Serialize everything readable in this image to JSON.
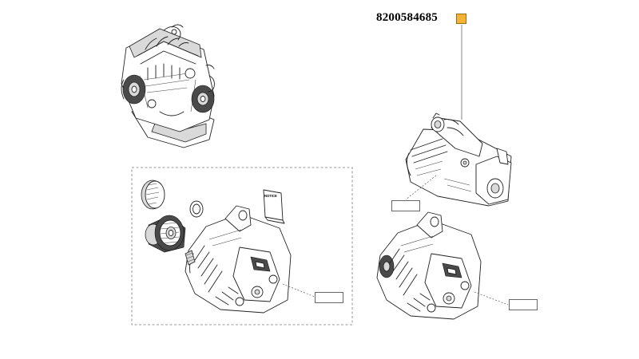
{
  "diagram": {
    "part_number": "8200584685",
    "callout_marker": {
      "label": "",
      "color": "#f5b335"
    },
    "reference_boxes": [
      {
        "id": "starter-ref",
        "label": ""
      },
      {
        "id": "kit-alternator-ref",
        "label": ""
      },
      {
        "id": "alternator-ref",
        "label": ""
      }
    ],
    "notice_booklet": {
      "label": "NOTICE"
    }
  }
}
